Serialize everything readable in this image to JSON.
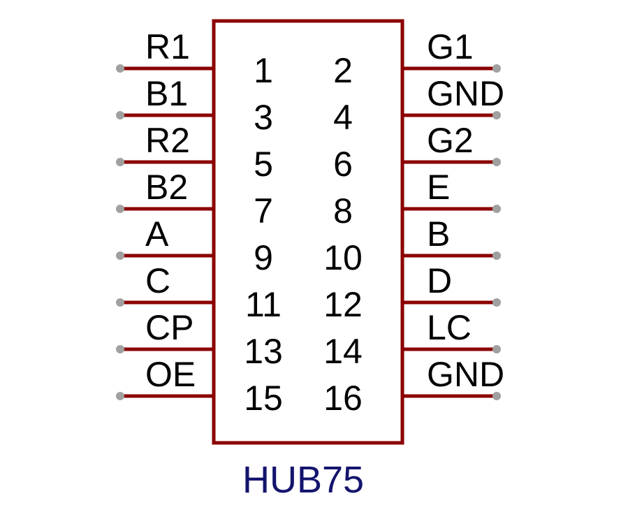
{
  "component": {
    "name": "HUB75",
    "name_color": "#14146e",
    "line_color": "#8b0000",
    "pin_end_color": "#a0a0a0"
  },
  "left_pins": [
    {
      "label": "R1",
      "number": "1"
    },
    {
      "label": "B1",
      "number": "3"
    },
    {
      "label": "R2",
      "number": "5"
    },
    {
      "label": "B2",
      "number": "7"
    },
    {
      "label": "A",
      "number": "9"
    },
    {
      "label": "C",
      "number": "11"
    },
    {
      "label": "CP",
      "number": "13"
    },
    {
      "label": "OE",
      "number": "15"
    }
  ],
  "right_pins": [
    {
      "label": "G1",
      "number": "2"
    },
    {
      "label": "GND",
      "number": "4"
    },
    {
      "label": "G2",
      "number": "6"
    },
    {
      "label": "E",
      "number": "8"
    },
    {
      "label": "B",
      "number": "10"
    },
    {
      "label": "D",
      "number": "12"
    },
    {
      "label": "LC",
      "number": "14"
    },
    {
      "label": "GND",
      "number": "16"
    }
  ]
}
